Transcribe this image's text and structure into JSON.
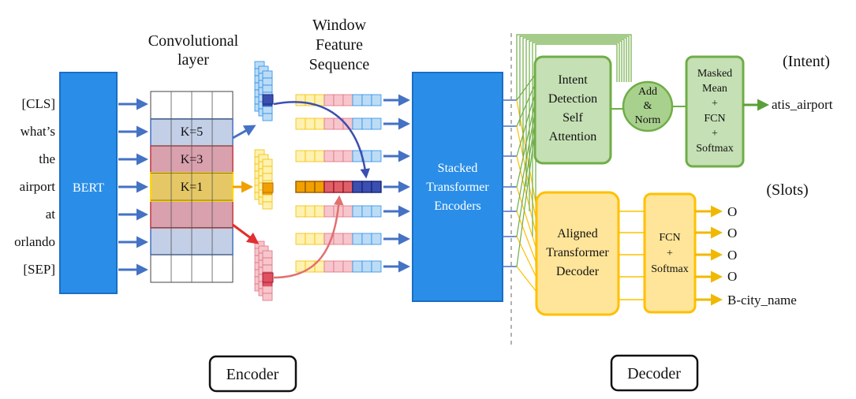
{
  "tokens": [
    "[CLS]",
    "what’s",
    "the",
    "airport",
    "at",
    "orlando",
    "[SEP]"
  ],
  "encoder": {
    "bert": "BERT",
    "conv_title": [
      "Convolutional",
      "layer"
    ],
    "kernels": [
      "K=5",
      "K=3",
      "K=1"
    ],
    "window_title": [
      "Window",
      "Feature",
      "Sequence"
    ],
    "stacked": [
      "Stacked",
      "Transformer",
      "Encoders"
    ],
    "label": "Encoder"
  },
  "decoder": {
    "intent_block": [
      "Intent",
      "Detection",
      "Self",
      "Attention"
    ],
    "add_norm": [
      "Add",
      "&",
      "Norm"
    ],
    "masked_block": [
      "Masked",
      "Mean",
      "+",
      "FCN",
      "+",
      "Softmax"
    ],
    "intent_header": "(Intent)",
    "intent_output": "atis_airport",
    "slots_header": "(Slots)",
    "aligned_block": [
      "Aligned",
      "Transformer",
      "Decoder"
    ],
    "fcn_block": [
      "FCN",
      "+",
      "Softmax"
    ],
    "slot_outputs": [
      "O",
      "O",
      "O",
      "O",
      "B-city_name"
    ],
    "label": "Decoder"
  },
  "colors": {
    "blue": "#2a8ee8",
    "blue_dark": "#1a6ec4",
    "arrow_blue": "#4472c4",
    "green_fill": "#c5e0b4",
    "green_stroke": "#70ad47",
    "yellow_fill": "#ffe599",
    "yellow_stroke": "#ffc000",
    "pink": "#e6a0a8",
    "red": "#c0393b",
    "gray_blue": "#c2cfe6"
  }
}
